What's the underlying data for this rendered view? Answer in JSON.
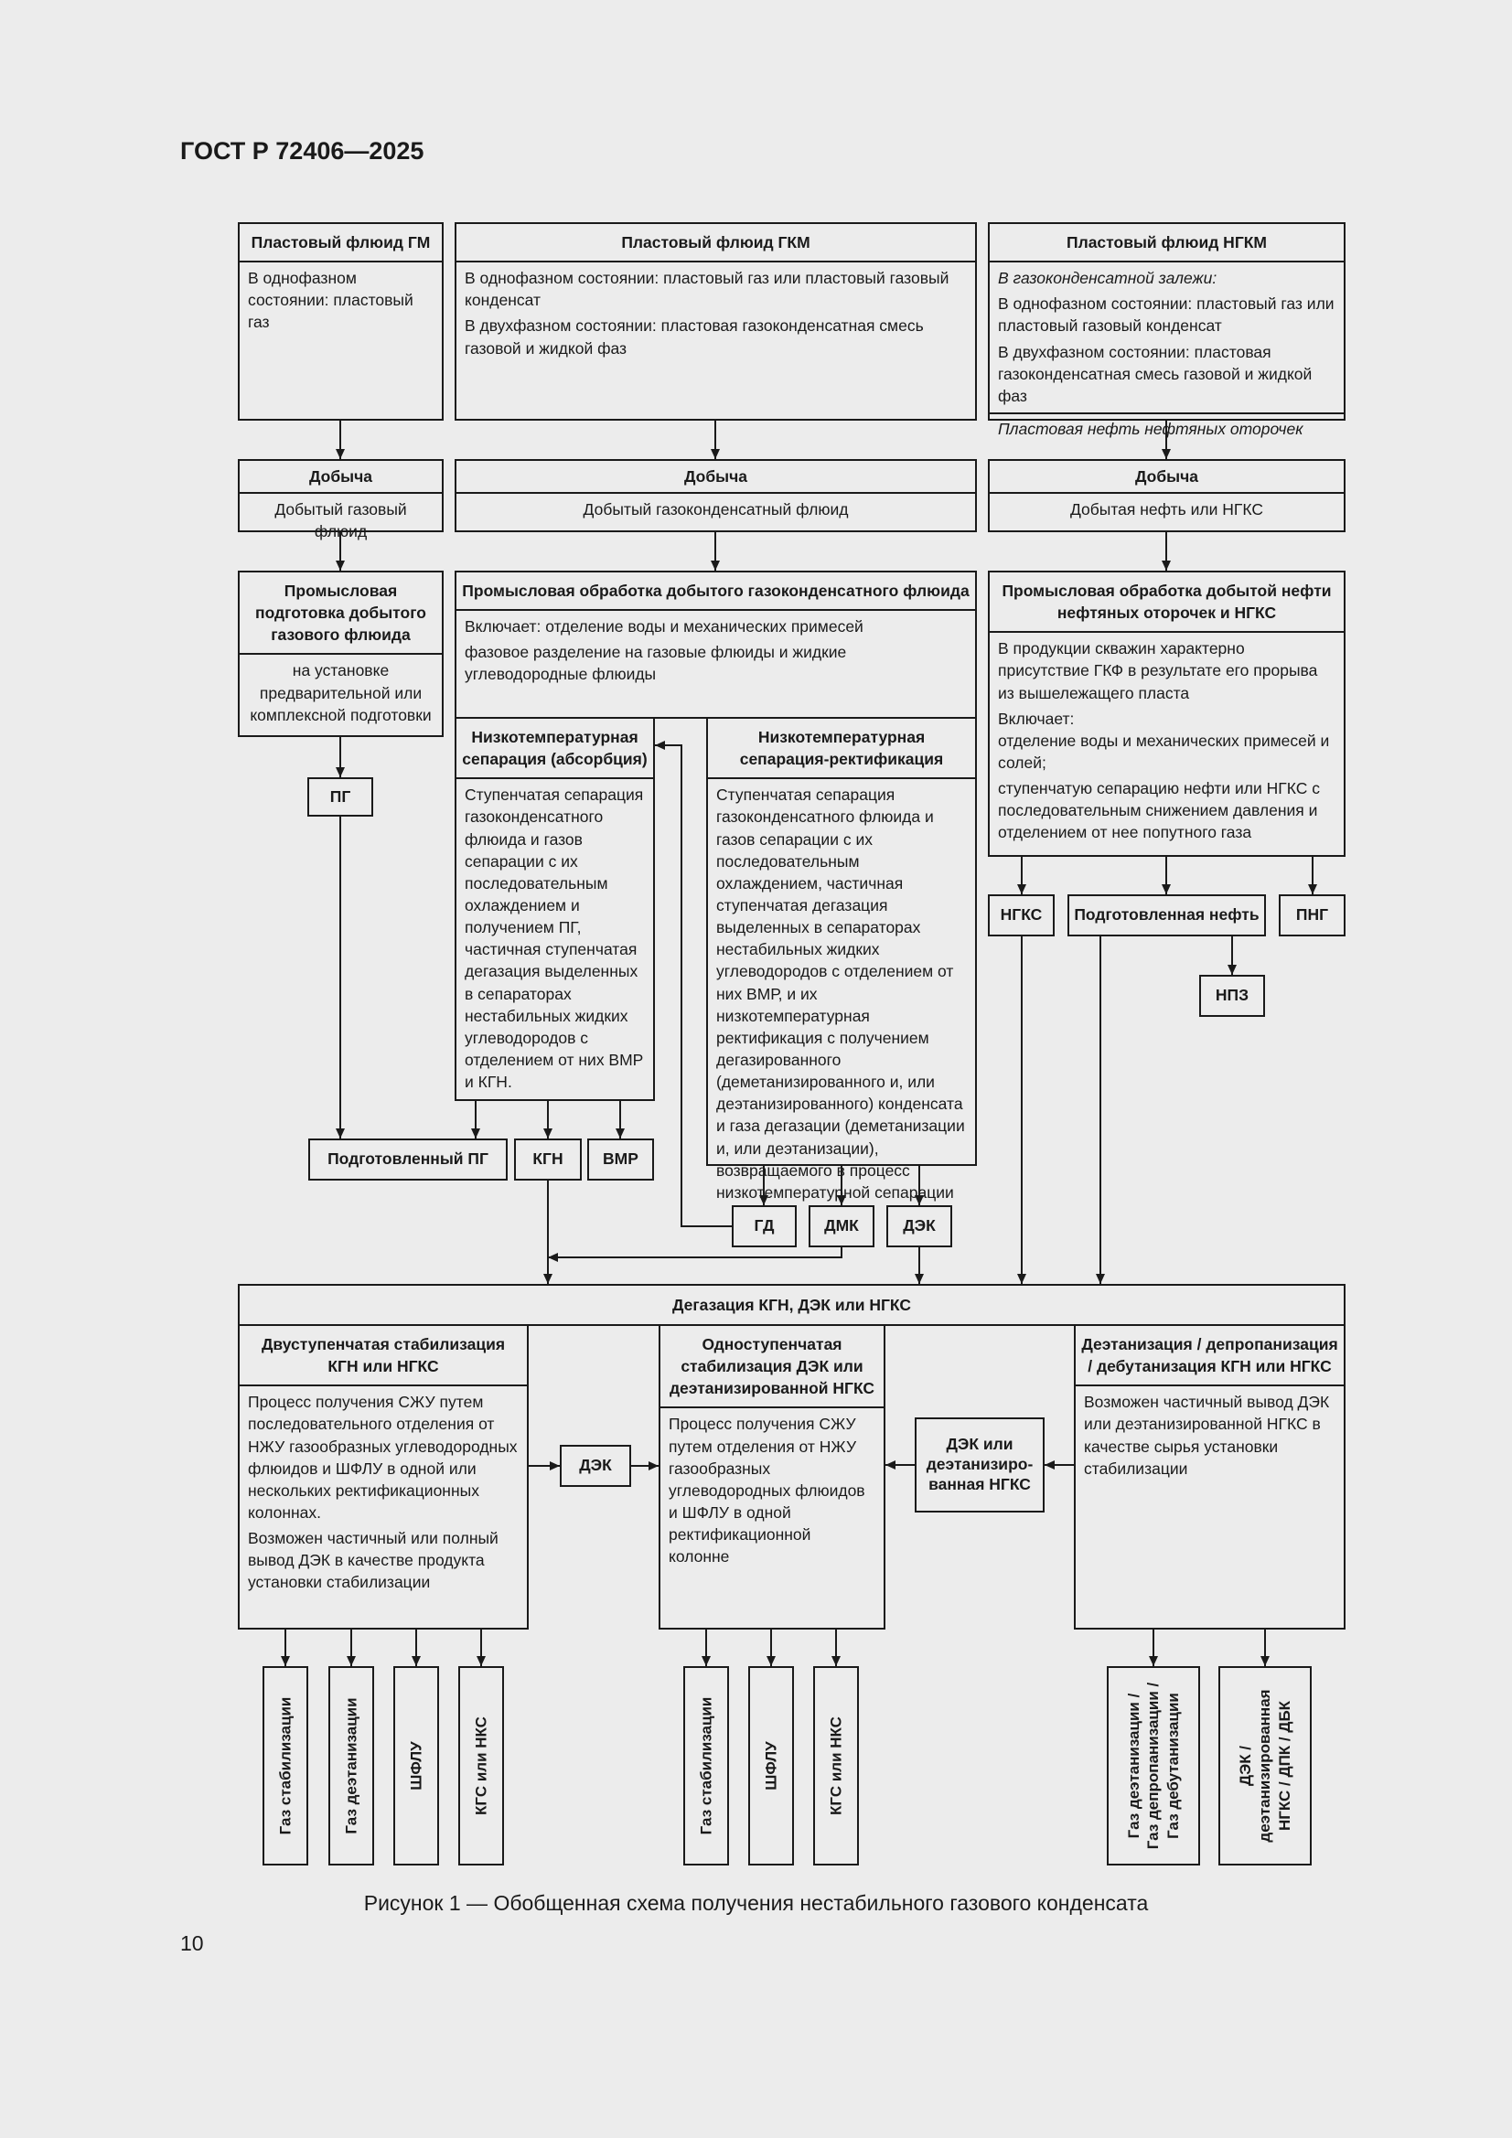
{
  "document": {
    "header": "ГОСТ Р 72406—2025",
    "caption": "Рисунок 1 — Обобщенная схема получения нестабильного газового конденсата",
    "page_number": "10"
  },
  "columns": {
    "gm": {
      "source_title": "Пластовый флюид ГМ",
      "source_lines": [
        "В однофазном состоянии: пластовый газ"
      ],
      "prod_title": "Добыча",
      "prod_text": "Добытый газовый флюид",
      "proc_title": "Промысловая подготовка добытого газового флюида",
      "proc_text": "на установке предварительной или комплексной подготовки",
      "out_pg": "ПГ"
    },
    "gkm": {
      "source_title": "Пластовый флюид ГКМ",
      "source_lines": [
        "В однофазном состоянии: пластовый газ или пластовый газовый конденсат",
        "В двухфазном состоянии: пластовая газоконденсатная смесь газовой и жидкой фаз"
      ],
      "prod_title": "Добыча",
      "prod_text": "Добытый газоконденсатный флюид",
      "proc_title": "Промысловая обработка добытого газоконденсатного флюида",
      "proc_lines": [
        "Включает: отделение воды и механических примесей",
        "фазовое разделение на газовые флюиды и жидкие углеводородные флюиды"
      ],
      "lts_title": "Низкотемпературная сепарация (абсорбция)",
      "lts_text": "Ступенчатая сепарация газоконденсатного флюида и газов сепарации с их последовательным охлаждением и получением ПГ, частичная ступенчатая дегазация выделенных в сепараторах нестабильных жидких углеводородов с отделением от них ВМР и КГН.",
      "ltr_title": "Низкотемпературная сепарация-ректификация",
      "ltr_text": "Ступенчатая сепарация газоконденсатного флюида и газов сепарации с их последовательным охлаждением, частичная ступенчатая дегазация выделенных в сепараторах нестабильных жидких углеводородов с отделением от них ВМР, и их низкотемпературная ректификация с получением дегазированного (деметанизированного и, или деэтанизированного) конденсата и газа дегазации (деметанизации и, или деэтанизации), возвращаемого в процесс низкотемпературной сепарации"
    },
    "ngkm": {
      "source_title": "Пластовый флюид НГКМ",
      "source_lines": [
        "В газоконденсатной залежи:",
        "В однофазном состоянии: пластовый газ или пластовый газовый конденсат",
        "В двухфазном состоянии: пластовая газоконденсатная смесь газовой и жидкой фаз"
      ],
      "source_oil": "Пластовая нефть нефтяных оторочек",
      "prod_title": "Добыча",
      "prod_text": "Добытая нефть или НГКС",
      "proc_title": "Промысловая обработка добытой нефти нефтяных оторочек и НГКС",
      "proc_lines": [
        "В продукции скважин характерно присутствие ГКФ в результате его прорыва из вышележащего пласта",
        "Включает:",
        "отделение воды и механических примесей и солей;",
        "ступенчатую сепарацию нефти или НГКС с последовательным снижением давления и отделением от нее попутного газа"
      ],
      "out_ngks": "НГКС",
      "out_oil": "Подготовленная нефть",
      "out_png": "ПНГ",
      "out_npz": "НПЗ"
    }
  },
  "outputs": {
    "prepared_pg": "Подготовленный ПГ",
    "kgn": "КГН",
    "vmr": "ВМР",
    "gd": "ГД",
    "dmk": "ДМК",
    "dek": "ДЭК"
  },
  "degassing": {
    "title": "Дегазация КГН, ДЭК или НГКС",
    "two_stage_title": "Двуступенчатая стабилизация КГН или НГКС",
    "two_stage_lines": [
      "Процесс получения СЖУ путем последовательного отделения от НЖУ газообразных углеводородных флюидов и  ШФЛУ в одной или нескольких ректификационных колоннах.",
      "Возможен частичный или полный вывод ДЭК в качестве продукта установки стабилизации"
    ],
    "mid_dek": "ДЭК",
    "one_stage_title": "Одноступенчатая стабилизация ДЭК или деэтанизированной НГКС",
    "one_stage_text": "Процесс получения СЖУ путем отделения от НЖУ газообразных углеводородных флюидов и ШФЛУ в одной ректификационной колонне",
    "right_feed": "ДЭК или деэтанизиро-ванная НГКС",
    "deeth_title": "Деэтанизация / депропанизация / дебутанизация КГН или НГКС",
    "deeth_text": "Возможен частичный  вывод ДЭК или деэтанизированной НГКС в качестве сырья установки стабилизации"
  },
  "products": {
    "two_stage": [
      "Газ стабилизации",
      "Газ деэтанизации",
      "ШФЛУ",
      "КГС или НКС"
    ],
    "one_stage": [
      "Газ стабилизации",
      "ШФЛУ",
      "КГС или НКС"
    ],
    "deeth": [
      "Газ деэтанизации /\nГаз депропанизации /\nГаз дебутанизации",
      "ДЭК /\nдеэтанизированная\nНГКС / ДПК / ДБК"
    ]
  }
}
